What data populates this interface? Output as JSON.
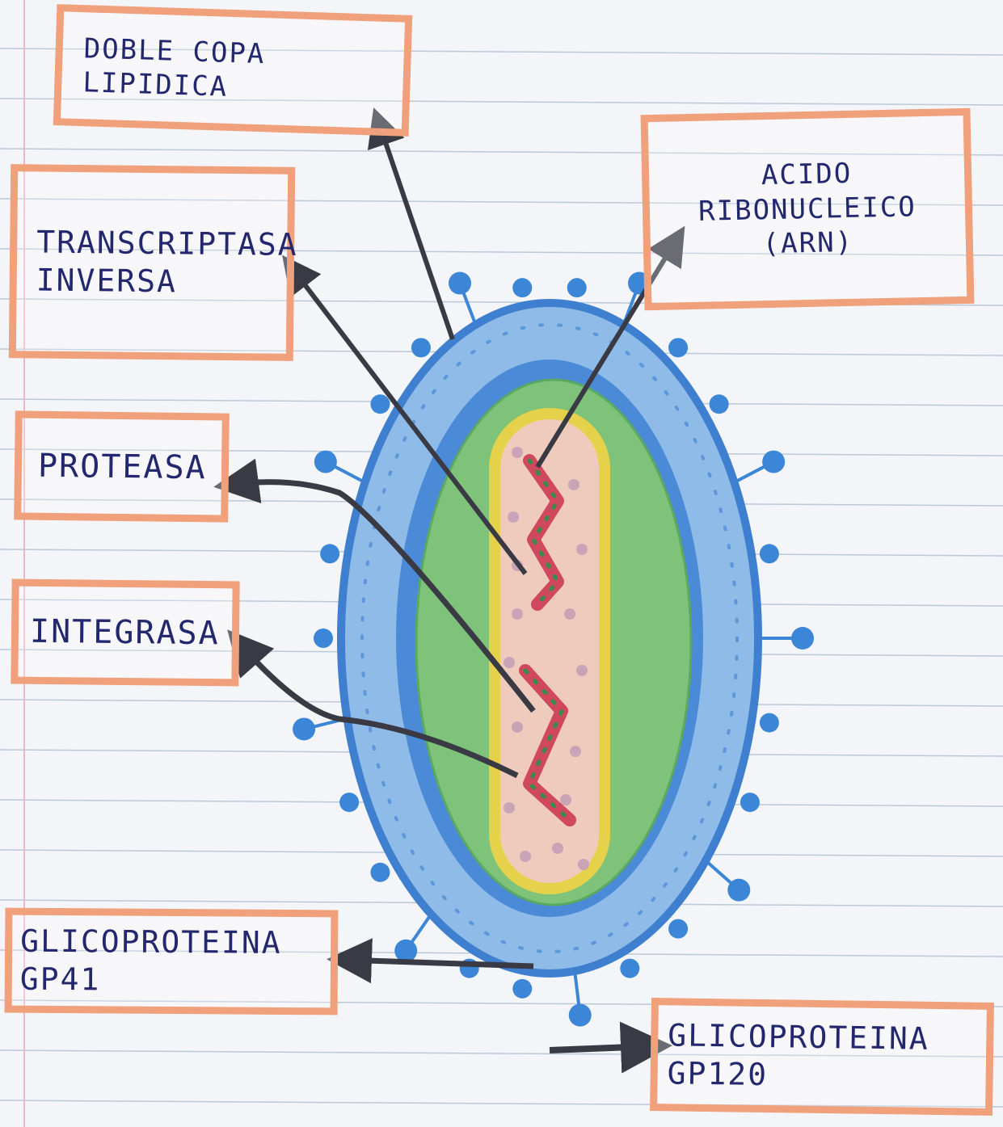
{
  "labels": {
    "doble_capa": "DOBLE COPA LIPIDICA",
    "transcriptasa": "TRANSCRIPTASA\nINVERSA",
    "acido": "ACIDO RIBONUCLEICO\n(ARN)",
    "proteasa": "PROTEASA",
    "integrasa": "INTEGRASA",
    "gp41": "GLICOPROTEINA GP41",
    "gp120": "GLICOPROTEINA GP120"
  },
  "colors": {
    "envelope": "#4f8fd8",
    "envelope_light": "#9cc4ea",
    "matrix": "#6fbf6a",
    "capsid_outline": "#e8d44a",
    "capsid_fill": "#f0cfc4",
    "rna": "#d0485e",
    "rna_dots": "#3a8a4a",
    "knobs": "#3b86d6",
    "label_border": "#f0a07a",
    "ink": "#23286e",
    "arrow": "#3a3a44",
    "paper_line": "#b9c9d8"
  }
}
